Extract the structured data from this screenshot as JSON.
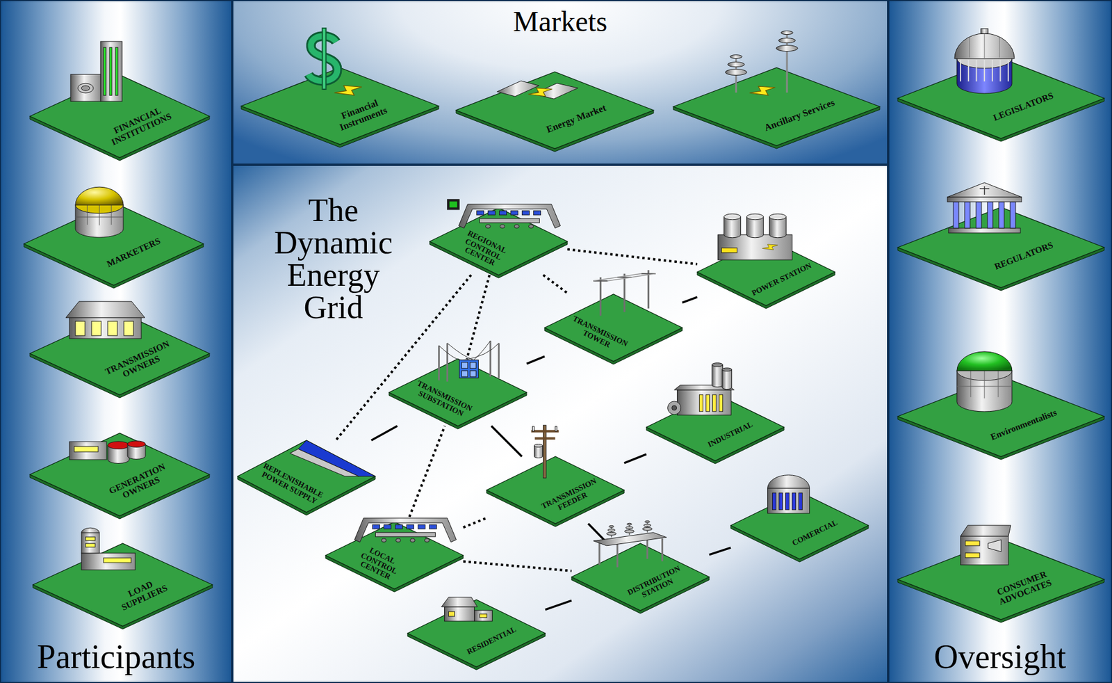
{
  "diagram": {
    "nodes": [
      {
        "text": [
          "Participants"
        ]
      },
      {
        "text": [
          "FINANCIAL INSTITUTIONS"
        ],
        "in": 0
      },
      {
        "text": [
          "MARKETERS"
        ],
        "in": 0
      },
      {
        "text": [
          "TRANSMISSION OWNERS"
        ],
        "in": 0
      },
      {
        "text": [
          "GENERATION OWNERS"
        ],
        "in": 0
      },
      {
        "text": [
          "LOAD SUPPLIERS"
        ],
        "in": 0
      },
      {
        "text": [
          "Markets"
        ]
      },
      {
        "text": [
          "Financial Instruments"
        ],
        "in": 6
      },
      {
        "text": [
          "Energy Market"
        ],
        "in": 6
      },
      {
        "text": [
          "Ancillary Services"
        ],
        "in": 6
      },
      {
        "text": [
          "The Dynamic Energy Grid"
        ]
      },
      {
        "text": [
          "REGIONAL CONTROL CENTER"
        ],
        "in": 10
      },
      {
        "text": [
          "POWER STATION"
        ],
        "in": 10
      },
      {
        "text": [
          "TRANSMISSION TOWER"
        ],
        "in": 10
      },
      {
        "text": [
          "TRANSMISSION SUBSTATION"
        ],
        "in": 10
      },
      {
        "text": [
          "REPLENISHABLE POWER SUPPLY"
        ],
        "in": 10
      },
      {
        "text": [
          "INDUSTRIAL"
        ],
        "in": 10
      },
      {
        "text": [
          "TRANSMISSION FEEDER"
        ],
        "in": 10
      },
      {
        "text": [
          "COMERCIAL"
        ],
        "in": 10
      },
      {
        "text": [
          "LOCAL CONTROL CENTER"
        ],
        "in": 10
      },
      {
        "text": [
          "DISTRIBUTION STATION"
        ],
        "in": 10
      },
      {
        "text": [
          "RESIDENTIAL"
        ],
        "in": 10
      },
      {
        "text": [
          "Oversight"
        ]
      },
      {
        "text": [
          "LEGISLATORS"
        ],
        "in": 22
      },
      {
        "text": [
          "REGULATORS"
        ],
        "in": 22
      },
      {
        "text": [
          "Environmentalists"
        ],
        "in": 22
      },
      {
        "text": [
          "CONSUMER ADVOCATES"
        ],
        "in": 22
      }
    ],
    "edges": [
      {
        "from": 12,
        "to": 13,
        "arrow": "none"
      },
      {
        "from": 13,
        "to": 14,
        "arrow": "none"
      },
      {
        "from": 15,
        "to": 14,
        "arrow": "none"
      },
      {
        "from": 14,
        "to": 17,
        "arrow": "none"
      },
      {
        "from": 17,
        "to": 16,
        "arrow": "none"
      },
      {
        "from": 17,
        "to": 20,
        "arrow": "none"
      },
      {
        "from": 20,
        "to": 18,
        "arrow": "none"
      },
      {
        "from": 21,
        "to": 20,
        "arrow": "none"
      },
      {
        "from": 11,
        "to": 12,
        "arrow": "none"
      },
      {
        "from": 11,
        "to": 13,
        "arrow": "none"
      },
      {
        "from": 11,
        "to": 14,
        "arrow": "none"
      },
      {
        "from": 11,
        "to": 15,
        "arrow": "none"
      },
      {
        "from": 19,
        "to": 14,
        "arrow": "none"
      },
      {
        "from": 19,
        "to": 17,
        "arrow": "none"
      },
      {
        "from": 19,
        "to": 20,
        "arrow": "none"
      }
    ]
  }
}
